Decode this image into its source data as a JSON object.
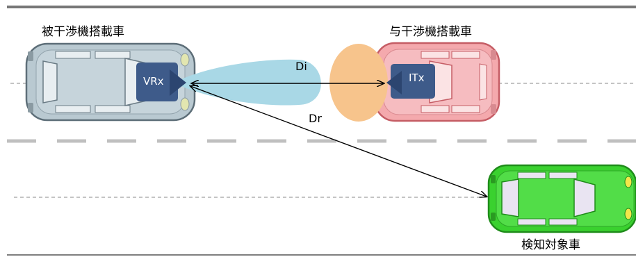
{
  "labels": {
    "victim_vehicle": "被干渉機搭載車",
    "interferer_vehicle": "与干渉機搭載車",
    "target_vehicle": "検知対象車"
  },
  "units": {
    "receiver": "VRx",
    "transmitter": "ITx"
  },
  "distances": {
    "interference": "Di",
    "reflection": "Dr"
  },
  "colors": {
    "victim_car_body": "#b9c9d1",
    "interferer_car_body": "#f4a9ad",
    "target_car_body": "#3ad12f",
    "receiver_beam": "#a9d8e6",
    "transmitter_beam": "#f7c48c",
    "radar_unit": "#3e5b8a",
    "lane_dash": "#c0c0c0"
  }
}
